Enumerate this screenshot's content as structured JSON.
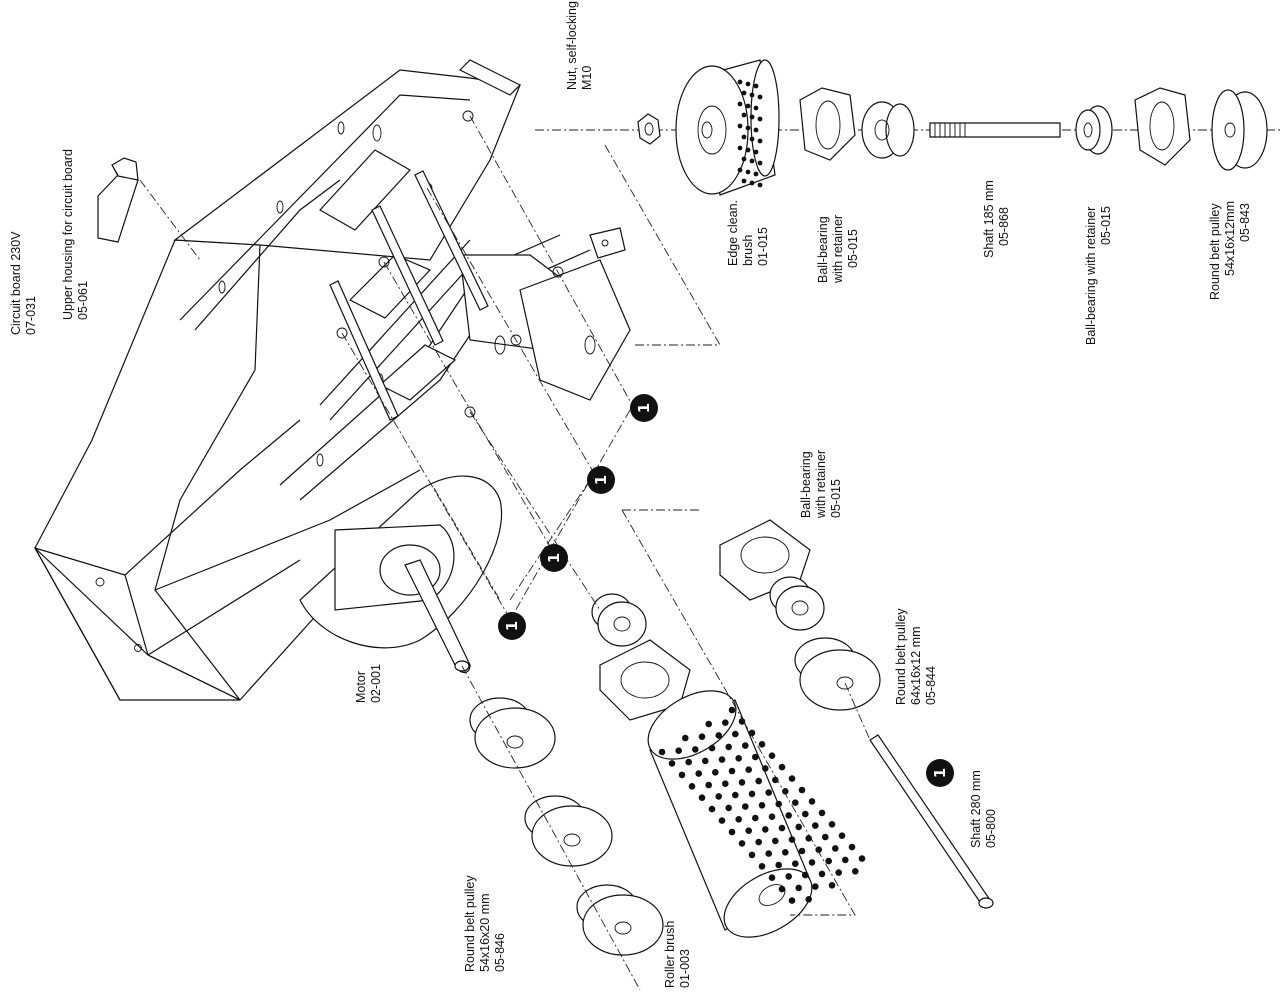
{
  "labels": {
    "circuit_board": {
      "name": "Circuit board 230V",
      "code": "07-031"
    },
    "upper_housing": {
      "name": "Upper housing for circuit board",
      "code": "05-061"
    },
    "nut": {
      "name": "Nut, self-locking",
      "code": "M10"
    },
    "edge_brush": {
      "line1": "Edge clean.",
      "line2": "brush",
      "code": "01-015"
    },
    "bearing_top": {
      "line1": "Ball-bearing",
      "line2": "with retainer",
      "code": "05-015"
    },
    "shaft_185": {
      "name": "Shaft 185 mm",
      "code": "05-868"
    },
    "bearing_right": {
      "name": "Ball-bearing with retainer",
      "code": "05-015"
    },
    "pulley_top": {
      "name": "Round belt pulley",
      "size": "54x16x12mm",
      "code": "05-843"
    },
    "bearing_mid": {
      "line1": "Ball-bearing",
      "line2": "with retainer",
      "code": "05-015"
    },
    "pulley_mid": {
      "name": "Round belt pulley",
      "size": "64x16x12 mm",
      "code": "05-844"
    },
    "motor": {
      "name": "Motor",
      "code": "02-001"
    },
    "shaft_280": {
      "name": "Shaft 280 mm",
      "code": "05-800"
    },
    "pulley_left": {
      "name": "Round belt pulley",
      "size": "54x16x20 mm",
      "code": "05-846"
    },
    "roller_brush": {
      "name": "Roller brush",
      "code": "01-003"
    }
  },
  "badges": [
    "1",
    "1",
    "1",
    "1",
    "1"
  ],
  "icons": [
    "badge-1-icon"
  ]
}
